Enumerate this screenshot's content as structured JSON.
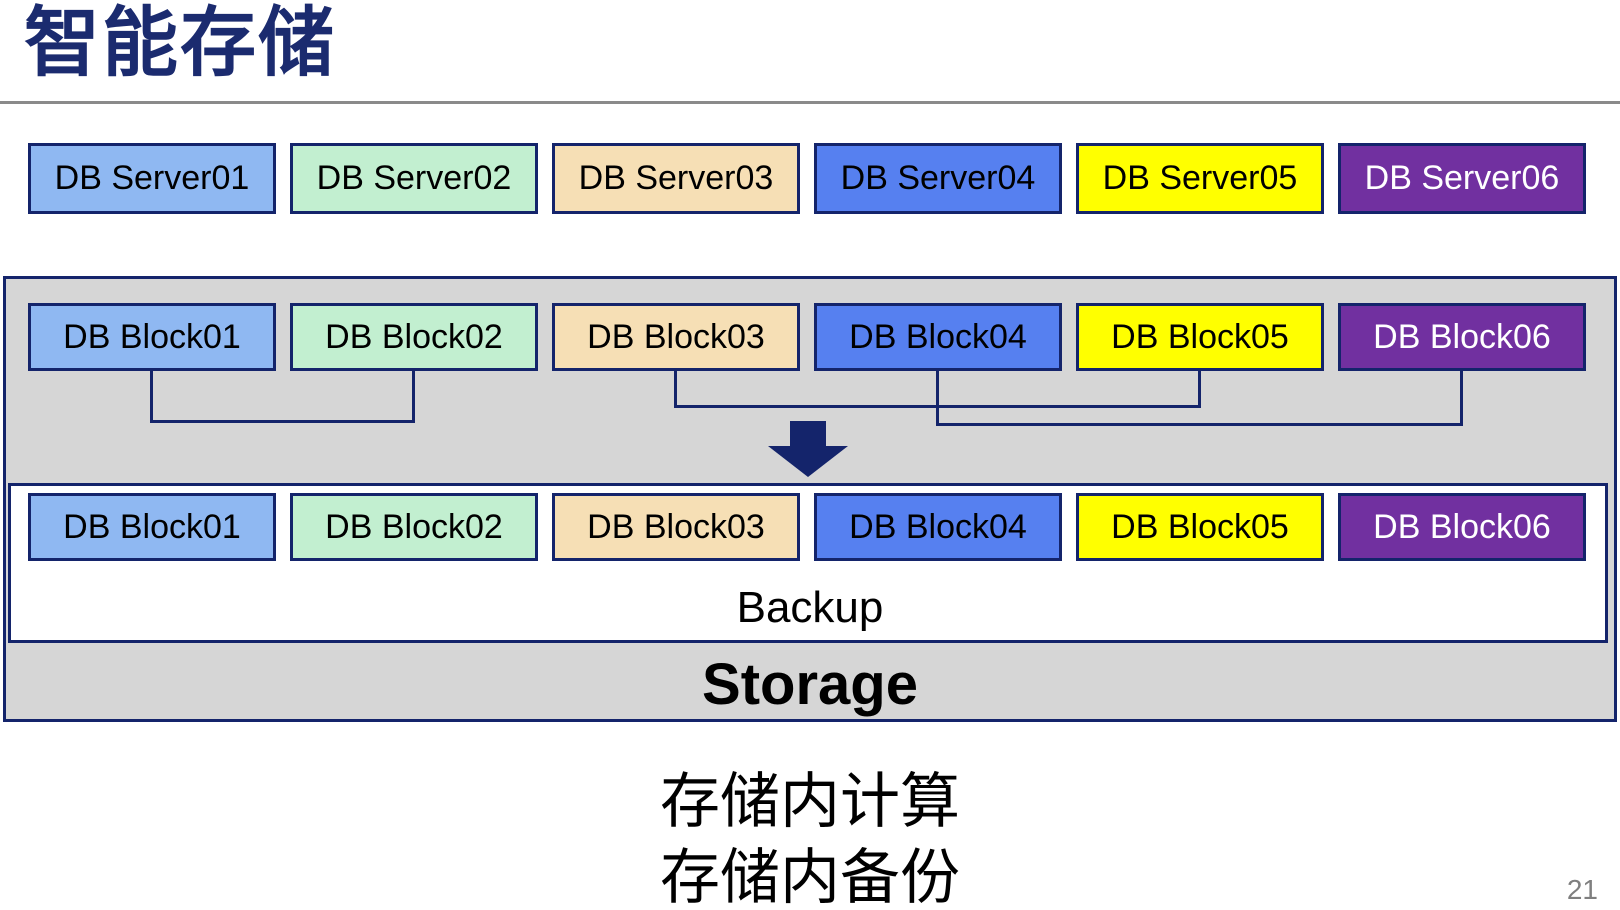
{
  "slide": {
    "title": "智能存储",
    "caption_line1": "存储内计算",
    "caption_line2": "存储内备份",
    "page_number": "21"
  },
  "colors": {
    "navy": "#14246B",
    "title_navy": "#1B2B6F",
    "gray_bg": "#D6D6D6",
    "divider_gray": "#8A8A8A",
    "page_gray": "#7F7F7F"
  },
  "servers": [
    {
      "label": "DB Server01",
      "fill": "#8FB8F2",
      "text": "#000000"
    },
    {
      "label": "DB Server02",
      "fill": "#C2EFD0",
      "text": "#000000"
    },
    {
      "label": "DB Server03",
      "fill": "#F6DFB5",
      "text": "#000000"
    },
    {
      "label": "DB Server04",
      "fill": "#5680F0",
      "text": "#000000"
    },
    {
      "label": "DB Server05",
      "fill": "#FFFF00",
      "text": "#000000"
    },
    {
      "label": "DB Server06",
      "fill": "#7130A0",
      "text": "#FFFFFF"
    }
  ],
  "storage": {
    "label": "Storage",
    "backup_label": "Backup",
    "blocks_top": [
      {
        "label": "DB Block01",
        "fill": "#8FB8F2",
        "text": "#000000"
      },
      {
        "label": "DB Block02",
        "fill": "#C2EFD0",
        "text": "#000000"
      },
      {
        "label": "DB Block03",
        "fill": "#F6DFB5",
        "text": "#000000"
      },
      {
        "label": "DB Block04",
        "fill": "#5680F0",
        "text": "#000000"
      },
      {
        "label": "DB Block05",
        "fill": "#FFFF00",
        "text": "#000000"
      },
      {
        "label": "DB Block06",
        "fill": "#7130A0",
        "text": "#FFFFFF"
      }
    ],
    "blocks_bottom": [
      {
        "label": "DB Block01",
        "fill": "#8FB8F2",
        "text": "#000000"
      },
      {
        "label": "DB Block02",
        "fill": "#C2EFD0",
        "text": "#000000"
      },
      {
        "label": "DB Block03",
        "fill": "#F6DFB5",
        "text": "#000000"
      },
      {
        "label": "DB Block04",
        "fill": "#5680F0",
        "text": "#000000"
      },
      {
        "label": "DB Block05",
        "fill": "#FFFF00",
        "text": "#000000"
      },
      {
        "label": "DB Block06",
        "fill": "#7130A0",
        "text": "#FFFFFF"
      }
    ]
  }
}
